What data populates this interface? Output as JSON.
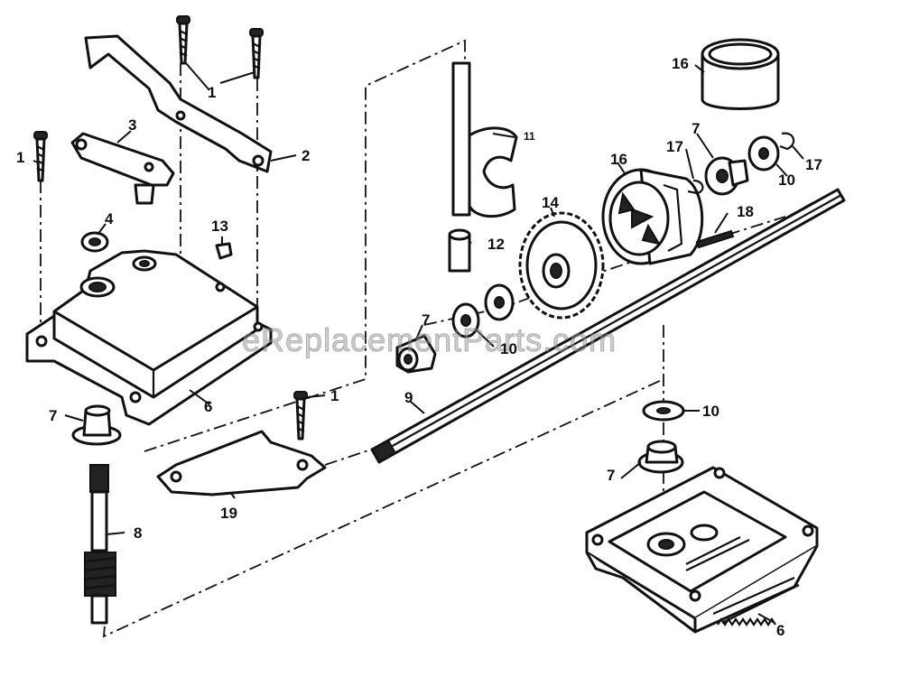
{
  "watermark": "eReplacementParts.com",
  "callouts": [
    {
      "id": "c-1-top",
      "text": "1"
    },
    {
      "id": "c-1-left",
      "text": "1"
    },
    {
      "id": "c-1-bottom",
      "text": "1"
    },
    {
      "id": "c-2",
      "text": "2"
    },
    {
      "id": "c-3",
      "text": "3"
    },
    {
      "id": "c-4",
      "text": "4"
    },
    {
      "id": "c-6-left",
      "text": "6"
    },
    {
      "id": "c-6-right",
      "text": "6"
    },
    {
      "id": "c-7-left",
      "text": "7"
    },
    {
      "id": "c-7-mid",
      "text": "7"
    },
    {
      "id": "c-7-top",
      "text": "7"
    },
    {
      "id": "c-7-right",
      "text": "7"
    },
    {
      "id": "c-8",
      "text": "8"
    },
    {
      "id": "c-9",
      "text": "9"
    },
    {
      "id": "c-10-mid",
      "text": "10"
    },
    {
      "id": "c-10-top",
      "text": "10"
    },
    {
      "id": "c-10-right",
      "text": "10"
    },
    {
      "id": "c-11",
      "text": "11"
    },
    {
      "id": "c-12",
      "text": "12"
    },
    {
      "id": "c-13",
      "text": "13"
    },
    {
      "id": "c-14",
      "text": "14"
    },
    {
      "id": "c-16-top",
      "text": "16"
    },
    {
      "id": "c-16-gear",
      "text": "16"
    },
    {
      "id": "c-17-left",
      "text": "17"
    },
    {
      "id": "c-17-right",
      "text": "17"
    },
    {
      "id": "c-18",
      "text": "18"
    },
    {
      "id": "c-19",
      "text": "19"
    }
  ]
}
